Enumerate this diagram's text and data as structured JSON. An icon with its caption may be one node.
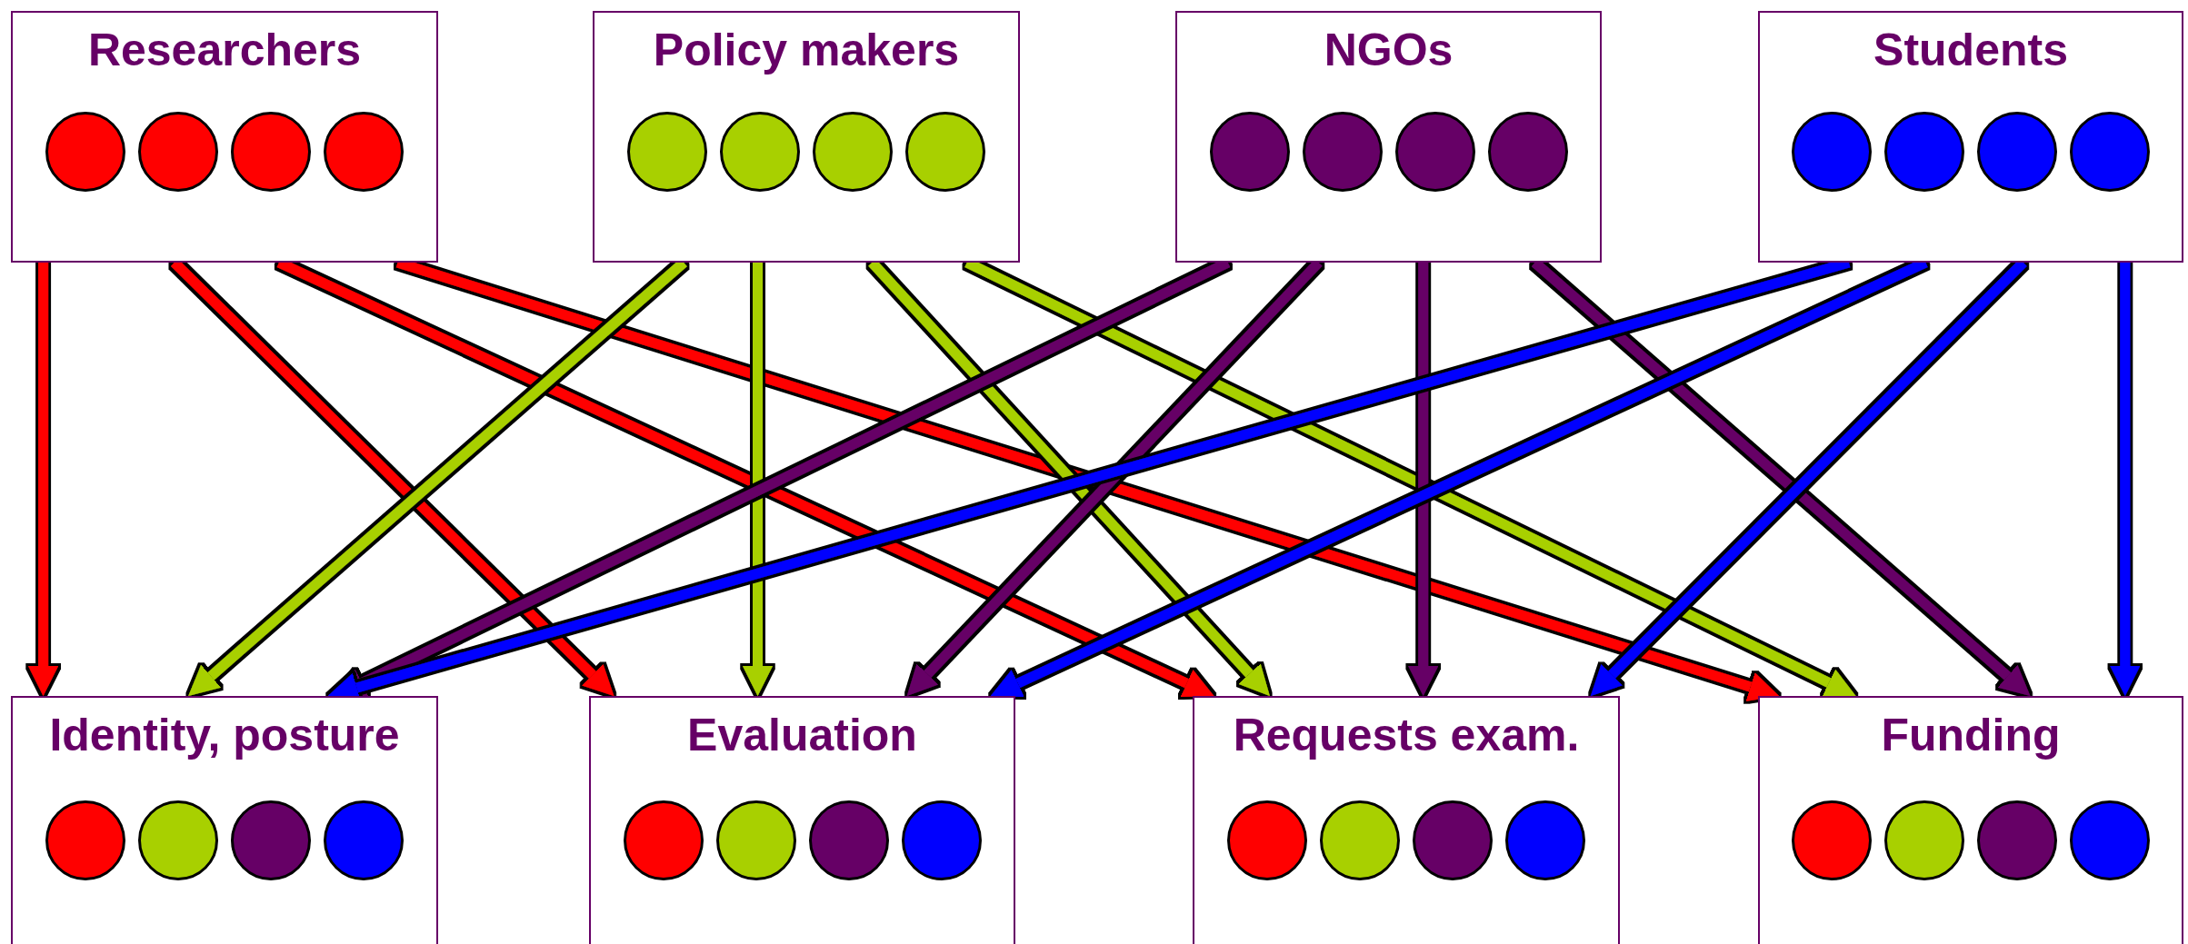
{
  "diagram": {
    "nodes": [
      {
        "text": [
          "Researchers"
        ]
      },
      {
        "text": [
          "Policy makers"
        ]
      },
      {
        "text": [
          "NGOs"
        ]
      },
      {
        "text": [
          "Students"
        ]
      },
      {
        "text": [
          "Identity, posture"
        ]
      },
      {
        "text": [
          "Evaluation"
        ]
      },
      {
        "text": [
          "Requests exam."
        ]
      },
      {
        "text": [
          "Funding"
        ]
      }
    ],
    "edges": [
      {
        "from": 0,
        "to": 4,
        "arrow": "to",
        "color": "#ff0000"
      },
      {
        "from": 0,
        "to": 5,
        "arrow": "to",
        "color": "#ff0000"
      },
      {
        "from": 0,
        "to": 6,
        "arrow": "to",
        "color": "#ff0000"
      },
      {
        "from": 0,
        "to": 7,
        "arrow": "to",
        "color": "#ff0000"
      },
      {
        "from": 1,
        "to": 4,
        "arrow": "to",
        "color": "#a8d000"
      },
      {
        "from": 1,
        "to": 5,
        "arrow": "to",
        "color": "#a8d000"
      },
      {
        "from": 1,
        "to": 6,
        "arrow": "to",
        "color": "#a8d000"
      },
      {
        "from": 1,
        "to": 7,
        "arrow": "to",
        "color": "#a8d000"
      },
      {
        "from": 2,
        "to": 4,
        "arrow": "to",
        "color": "#660066"
      },
      {
        "from": 2,
        "to": 5,
        "arrow": "to",
        "color": "#660066"
      },
      {
        "from": 2,
        "to": 6,
        "arrow": "to",
        "color": "#660066"
      },
      {
        "from": 2,
        "to": 7,
        "arrow": "to",
        "color": "#660066"
      },
      {
        "from": 3,
        "to": 4,
        "arrow": "to",
        "color": "#0000ff"
      },
      {
        "from": 3,
        "to": 5,
        "arrow": "to",
        "color": "#0000ff"
      },
      {
        "from": 3,
        "to": 6,
        "arrow": "to",
        "color": "#0000ff"
      },
      {
        "from": 3,
        "to": 7,
        "arrow": "to",
        "color": "#0000ff"
      }
    ]
  }
}
